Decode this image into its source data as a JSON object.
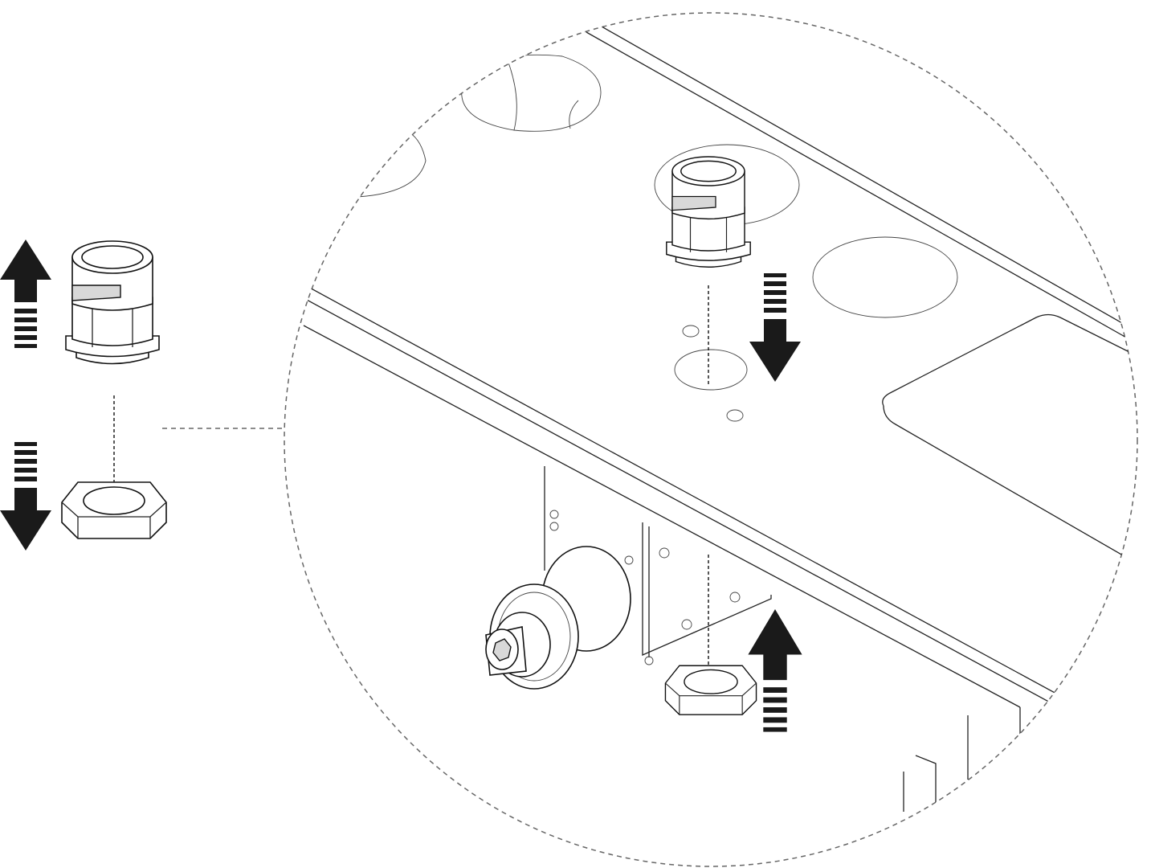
{
  "illustration": {
    "colors": {
      "line": "#222222",
      "arrow": "#1a1a1a",
      "callout": "#666666",
      "background": "#ffffff"
    },
    "parts": [
      "fitting-left",
      "nut-left",
      "fitting-installed",
      "nut-installed",
      "top-plate",
      "bracket",
      "hex-socket-plug"
    ],
    "icons": [
      "arrow-up-icon",
      "arrow-down-icon",
      "arrow-down-icon",
      "arrow-up-icon"
    ]
  }
}
